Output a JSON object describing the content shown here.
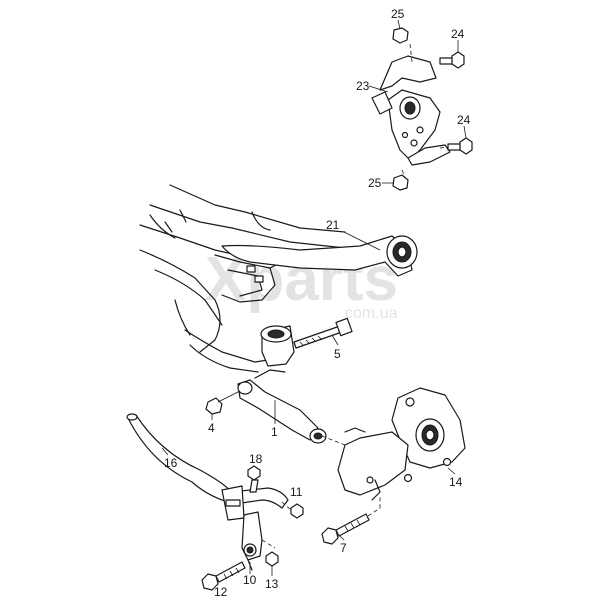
{
  "watermark": {
    "main": "Xparts",
    "sub": "com.ua"
  },
  "callouts": {
    "p25a": "25",
    "p24a": "24",
    "p23": "23",
    "p24b": "24",
    "p25b": "25",
    "p21": "21",
    "p5": "5",
    "p4": "4",
    "p1": "1",
    "p16": "16",
    "p18": "18",
    "p11": "11",
    "p14": "14",
    "p7": "7",
    "p10": "10",
    "p12": "12",
    "p13": "13"
  }
}
